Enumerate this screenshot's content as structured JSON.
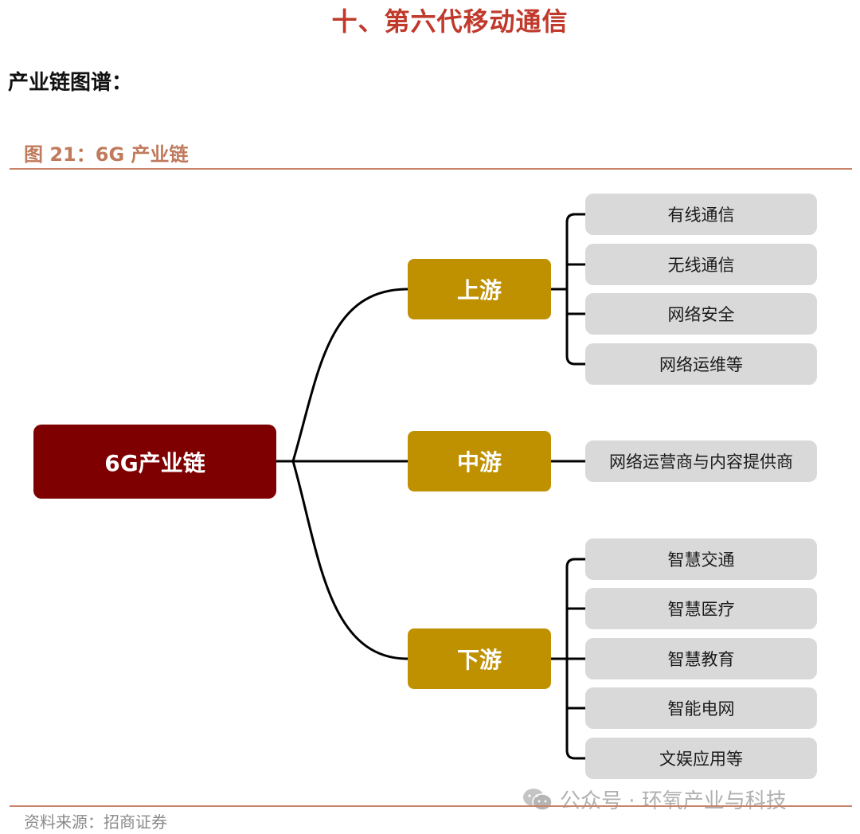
{
  "header": {
    "section_title": "十、第六代移动通信",
    "subtitle": "产业链图谱："
  },
  "figure": {
    "caption": "图 21：6G 产业链",
    "source": "资料来源：招商证券"
  },
  "diagram": {
    "root": "6G产业链",
    "upstream": {
      "label": "上游",
      "items": [
        "有线通信",
        "无线通信",
        "网络安全",
        "网络运维等"
      ]
    },
    "midstream": {
      "label": "中游",
      "items": [
        "网络运营商与内容提供商"
      ]
    },
    "downstream": {
      "label": "下游",
      "items": [
        "智慧交通",
        "智慧医疗",
        "智慧教育",
        "智能电网",
        "文娱应用等"
      ]
    }
  },
  "watermark": {
    "icon": "wechat-icon",
    "text": "公众号 · 环氧产业与科技"
  },
  "colors": {
    "title": "#c0392b",
    "root": "#7f0000",
    "stage": "#bf9000",
    "leaf": "#d9d9d9",
    "rule": "#c8846a"
  }
}
